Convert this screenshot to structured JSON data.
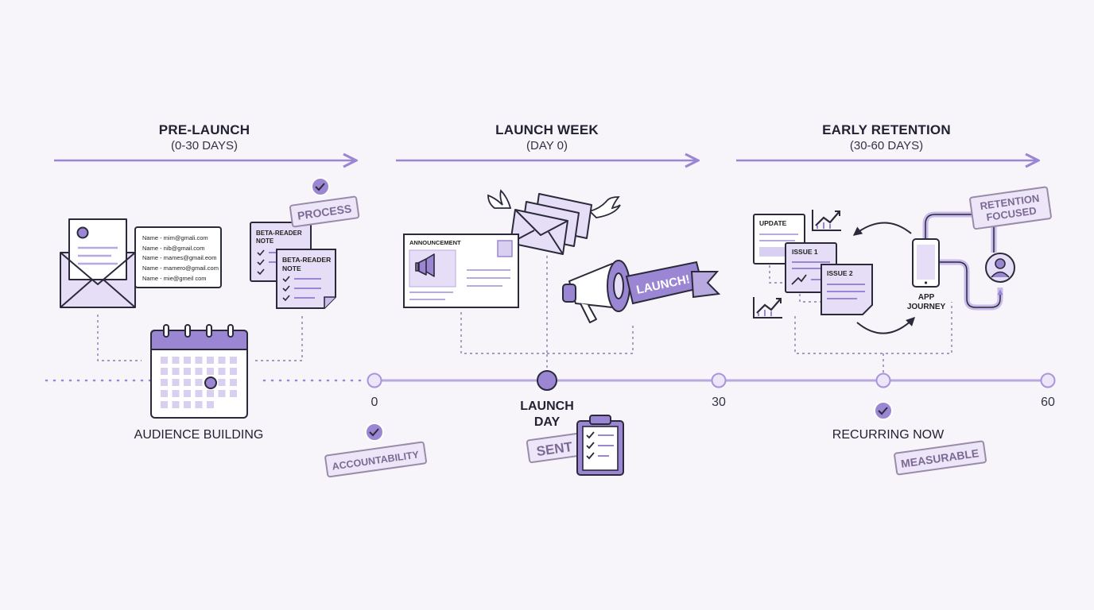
{
  "phases": [
    {
      "title": "PRE-LAUNCH",
      "subtitle": "(0-30 DAYS)"
    },
    {
      "title": "LAUNCH WEEK",
      "subtitle": "(DAY 0)"
    },
    {
      "title": "EARLY RETENTION",
      "subtitle": "(30-60 DAYS)"
    }
  ],
  "timeline": {
    "ticks": [
      "0",
      "30",
      "60"
    ],
    "launch_day_label": "LAUNCH DAY"
  },
  "prelaunch": {
    "email_list": [
      "Name - mim@gmali.com",
      "Name - nib@gmail.com",
      "Name - mames@gmail.eom",
      "Name - mamero@gmail.com",
      "Name - mie@gmeil com"
    ],
    "note_back": "BETA-READER NOTE",
    "note_front": "BETA-READER NOTE",
    "stamp_process": "PROCESS",
    "caption": "AUDIENCE BUILDING",
    "stamp_accountability": "ACCOUNTABILITY"
  },
  "launch": {
    "postcard_title": "ANNOUNCEMENT",
    "banner": "LAUNCH!",
    "stamp_sent": "SENT"
  },
  "retention": {
    "update_label": "UPDATE",
    "issue1_label": "ISSUE 1",
    "issue2_label": "ISSUE 2",
    "app_label": "APP JOURNEY",
    "stamp_retention": "RETENTION FOCUSED",
    "caption": "RECURRING NOW",
    "stamp_measurable": "MEASURABLE"
  },
  "colors": {
    "accent": "#9b86d3",
    "accent_dark": "#6b56b0",
    "light": "#e6def6",
    "ink": "#2a2a3a",
    "background": "#f7f5fa"
  }
}
